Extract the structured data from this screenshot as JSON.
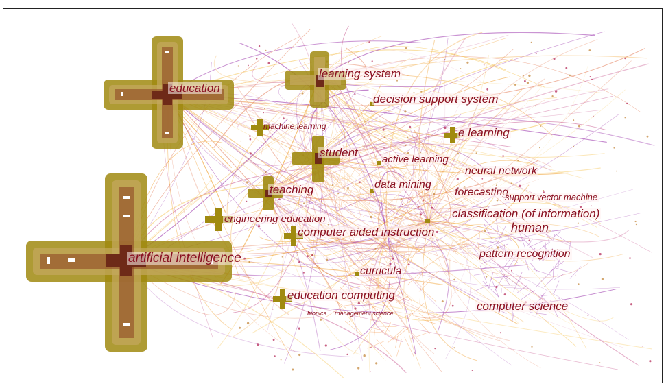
{
  "network": {
    "colors": {
      "node_bar": "#a08a10",
      "node_core": "#6e2a18",
      "label": "#8a1020",
      "edge_warm": "#f0a030",
      "edge_pink": "#d070a0",
      "edge_purple": "#a040b0",
      "dense_orange": "#f39040"
    },
    "nodes": [
      {
        "id": "artificial-intelligence",
        "label": "artificial intelligence",
        "size": "xl"
      },
      {
        "id": "education",
        "label": "education",
        "size": "lg"
      },
      {
        "id": "learning-system",
        "label": "learning system",
        "size": "md"
      },
      {
        "id": "decision-support-system",
        "label": "decision support system",
        "size": "dot"
      },
      {
        "id": "machine-learning",
        "label": "machine learning",
        "size": "sm"
      },
      {
        "id": "e-learning",
        "label": "e learning",
        "size": "sm"
      },
      {
        "id": "student",
        "label": "student",
        "size": "md"
      },
      {
        "id": "active-learning",
        "label": "active learning",
        "size": "dot"
      },
      {
        "id": "neural-network",
        "label": "neural network",
        "size": "dot"
      },
      {
        "id": "teaching",
        "label": "teaching",
        "size": "md"
      },
      {
        "id": "data-mining",
        "label": "data mining",
        "size": "dot"
      },
      {
        "id": "forecasting",
        "label": "forecasting",
        "size": "dot"
      },
      {
        "id": "support-vector-machine",
        "label": "support vector machine",
        "size": "dot"
      },
      {
        "id": "engineering-education",
        "label": "engineering education",
        "size": "sm"
      },
      {
        "id": "classification",
        "label": "classification (of information)",
        "size": "dot"
      },
      {
        "id": "human",
        "label": "human",
        "size": "dot"
      },
      {
        "id": "computer-aided-instruction",
        "label": "computer aided instruction",
        "size": "sm"
      },
      {
        "id": "pattern-recognition",
        "label": "pattern recognition",
        "size": "dot"
      },
      {
        "id": "curricula",
        "label": "curricula",
        "size": "dot"
      },
      {
        "id": "education-computing",
        "label": "education computing",
        "size": "sm"
      },
      {
        "id": "computer-science",
        "label": "computer science",
        "size": "dot"
      },
      {
        "id": "bionics",
        "label": "bionics",
        "size": "dot"
      },
      {
        "id": "management-science",
        "label": "management science",
        "size": "dot"
      }
    ]
  }
}
